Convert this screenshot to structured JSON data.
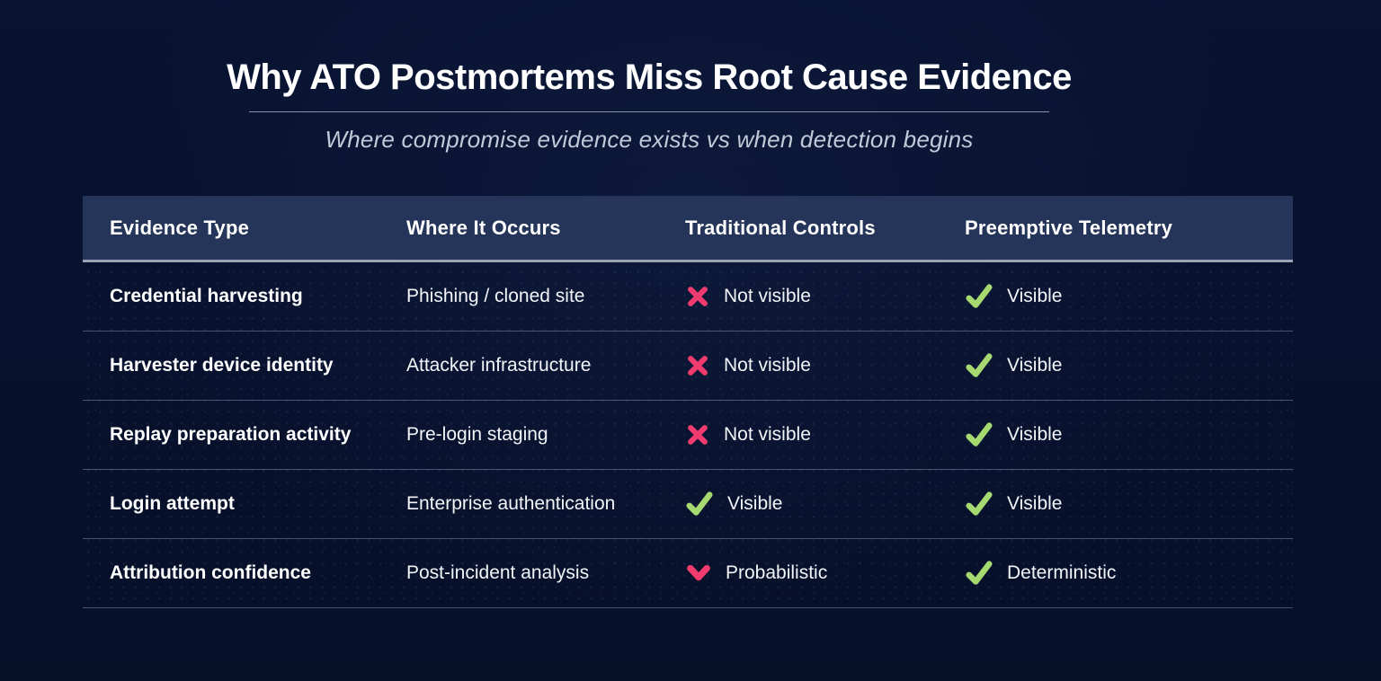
{
  "page": {
    "title": "Why ATO Postmortems Miss Root Cause Evidence",
    "subtitle": "Where compromise evidence exists vs when detection begins"
  },
  "colors": {
    "background": "#081231",
    "table_header_bg": "#253459",
    "header_rule": "#9aa2b4",
    "row_divider": "rgba(148,163,196,0.45)",
    "cross": "#f23b6e",
    "chevron": "#f23b6e",
    "check": "#a6da71",
    "title_text": "#ffffff",
    "subtitle_text": "#c2c9d8"
  },
  "chart_data": {
    "type": "table",
    "title": "Why ATO Postmortems Miss Root Cause Evidence",
    "subtitle": "Where compromise evidence exists vs when detection begins",
    "columns": [
      "Evidence Type",
      "Where It Occurs",
      "Traditional Controls",
      "Preemptive Telemetry"
    ],
    "rows": [
      [
        "Credential harvesting",
        "Phishing / cloned site",
        "Not visible",
        "Visible"
      ],
      [
        "Harvester device identity",
        "Attacker infrastructure",
        "Not visible",
        "Visible"
      ],
      [
        "Replay preparation activity",
        "Pre-login staging",
        "Not visible",
        "Visible"
      ],
      [
        "Login attempt",
        "Enterprise authentication",
        "Visible",
        "Visible"
      ],
      [
        "Attribution confidence",
        "Post-incident analysis",
        "Probabilistic",
        "Deterministic"
      ]
    ]
  },
  "table": {
    "columns": {
      "evidence_type": "Evidence Type",
      "where_it_occurs": "Where It Occurs",
      "traditional_controls": "Traditional Controls",
      "preemptive_telemetry": "Preemptive Telemetry"
    },
    "rows": [
      {
        "evidence_type": "Credential harvesting",
        "where_it_occurs": "Phishing / cloned site",
        "traditional": {
          "icon": "cross-icon",
          "label": "Not visible"
        },
        "preemptive": {
          "icon": "check-icon",
          "label": "Visible"
        }
      },
      {
        "evidence_type": "Harvester device identity",
        "where_it_occurs": "Attacker infrastructure",
        "traditional": {
          "icon": "cross-icon",
          "label": "Not visible"
        },
        "preemptive": {
          "icon": "check-icon",
          "label": "Visible"
        }
      },
      {
        "evidence_type": "Replay preparation activity",
        "where_it_occurs": "Pre-login staging",
        "traditional": {
          "icon": "cross-icon",
          "label": "Not visible"
        },
        "preemptive": {
          "icon": "check-icon",
          "label": "Visible"
        }
      },
      {
        "evidence_type": "Login attempt",
        "where_it_occurs": "Enterprise authentication",
        "traditional": {
          "icon": "check-icon",
          "label": "Visible"
        },
        "preemptive": {
          "icon": "check-icon",
          "label": "Visible"
        }
      },
      {
        "evidence_type": "Attribution confidence",
        "where_it_occurs": "Post-incident analysis",
        "traditional": {
          "icon": "chevron-down-icon",
          "label": "Probabilistic"
        },
        "preemptive": {
          "icon": "check-icon",
          "label": "Deterministic"
        }
      }
    ]
  }
}
